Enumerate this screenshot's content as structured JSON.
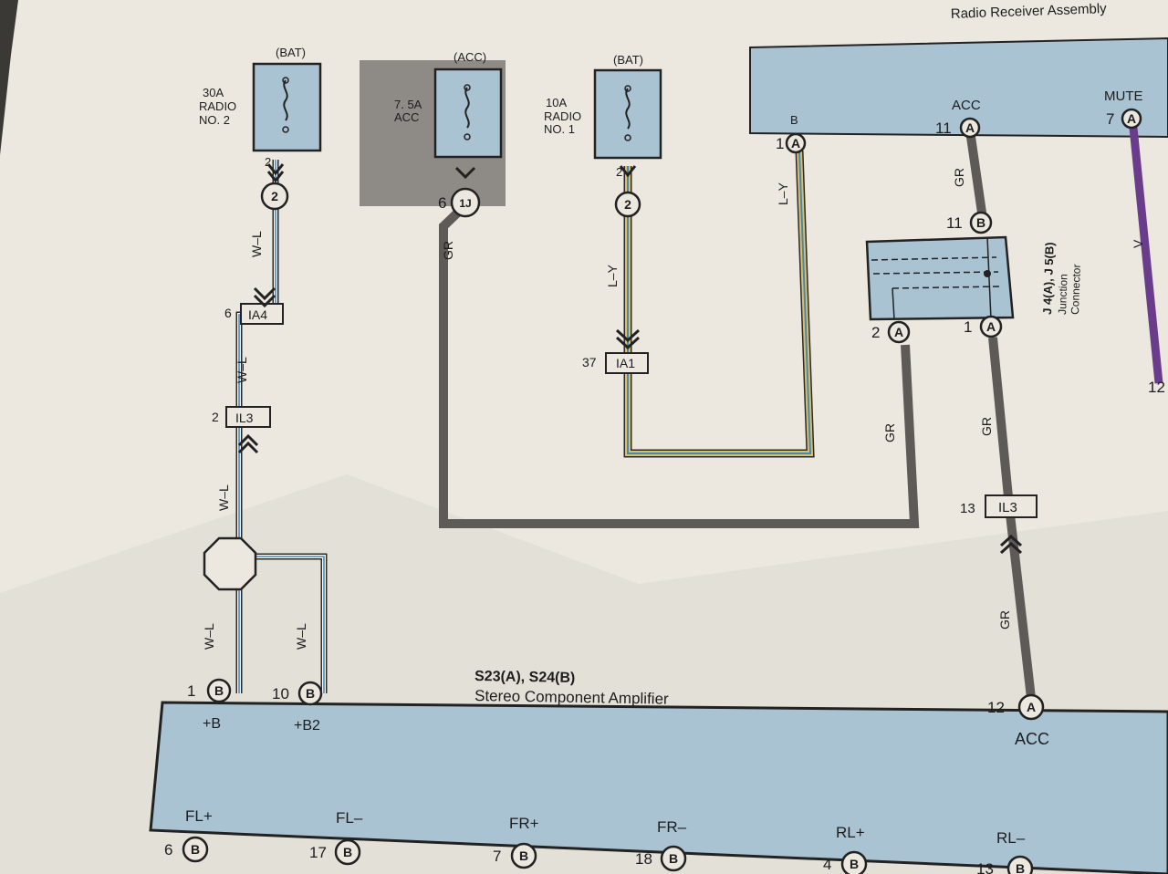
{
  "colors": {
    "paper": "#ece8df",
    "box_fill": "#a9c3d3",
    "wire_gr": "#5e5a57",
    "wire_blue": "#4a86b8",
    "wire_yellow": "#d8c06a",
    "wire_violet": "#6a3d8c",
    "acc_shade": "#8e8b86"
  },
  "fuses": [
    {
      "source": "(BAT)",
      "lines": [
        "30A",
        "RADIO",
        "NO. 2"
      ]
    },
    {
      "source": "(ACC)",
      "lines": [
        "7. 5A",
        "ACC"
      ]
    },
    {
      "source": "(BAT)",
      "lines": [
        "10A",
        "RADIO",
        "NO. 1"
      ]
    }
  ],
  "receiver": {
    "title": "Radio Receiver Assembly",
    "pin_b": "B",
    "pin_acc": "ACC",
    "pin_mute": "MUTE"
  },
  "junction": {
    "id": "J 4(A), J 5(B)",
    "name_lines": [
      "Junction",
      "Connector"
    ]
  },
  "amplifier": {
    "id": "S23(A), S24(B)",
    "name": "Stereo Component Amplifier",
    "top_pins": [
      "+B",
      "+B2",
      "ACC"
    ],
    "bottom_pins": [
      "FL+",
      "FL–",
      "FR+",
      "FR–",
      "RL+",
      "RL–"
    ]
  },
  "wire_labels": [
    "W–L",
    "W–L",
    "W–L",
    "W–L",
    "W–L",
    "GR",
    "L–Y",
    "L–Y",
    "GR",
    "GR",
    "GR",
    "GR",
    "V"
  ],
  "connectors": [
    "IA4",
    "IL3",
    "IA1",
    "IL3"
  ],
  "circle_pins": [
    {
      "num": "2",
      "letter": "2"
    },
    {
      "num": "6",
      "letter": "1J"
    },
    {
      "num": "2",
      "letter": "2"
    },
    {
      "num": "1",
      "letter": "A"
    },
    {
      "num": "11",
      "letter": "A"
    },
    {
      "num": "7",
      "letter": "A"
    },
    {
      "num": "11",
      "letter": "B"
    },
    {
      "num": "2",
      "letter": "A"
    },
    {
      "num": "1",
      "letter": "A"
    },
    {
      "num": "1",
      "letter": "B"
    },
    {
      "num": "10",
      "letter": "B"
    },
    {
      "num": "12",
      "letter": "A"
    },
    {
      "num": "6",
      "letter": "B"
    },
    {
      "num": "17",
      "letter": "B"
    },
    {
      "num": "7",
      "letter": "B"
    },
    {
      "num": "18",
      "letter": "B"
    },
    {
      "num": "4",
      "letter": "B"
    },
    {
      "num": "13",
      "letter": "B"
    }
  ],
  "misc": {
    "pin_2_a": "2",
    "pin_2_c": "2",
    "conn_ia4_pin": "6",
    "conn_il3_pin": "2",
    "conn_ia1_pin": "37",
    "conn_il3b_pin": "13",
    "right_pin": "12"
  }
}
